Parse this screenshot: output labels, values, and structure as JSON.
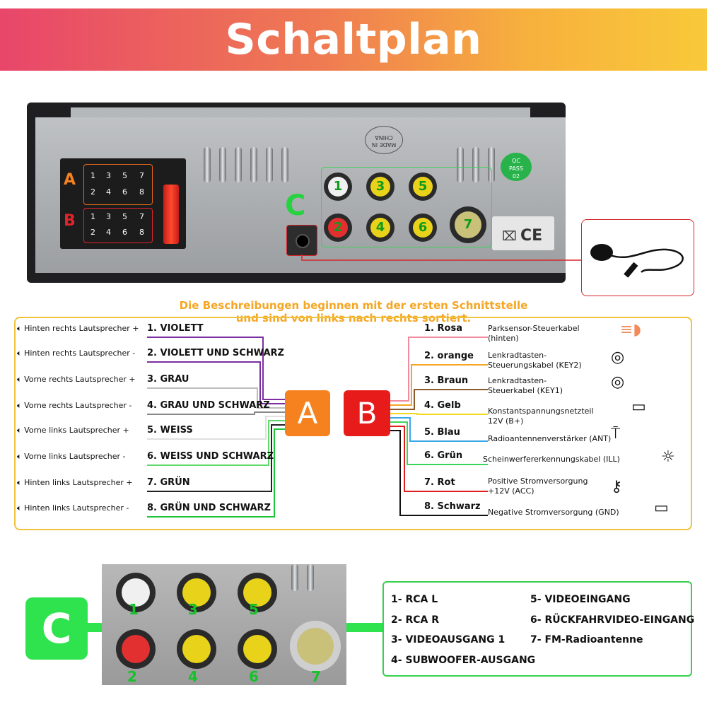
{
  "title": "Schaltplan",
  "device": {
    "connector_a_label": "A",
    "connector_b_label": "B",
    "pins_top": [
      "1",
      "3",
      "5",
      "7"
    ],
    "pins_bottom": [
      "2",
      "4",
      "6",
      "8"
    ],
    "jack_label": "C",
    "rca_numbers": [
      "1",
      "2",
      "3",
      "4",
      "5",
      "6",
      "7"
    ],
    "stamp_text": "MADE IN CHINA",
    "qc_text": [
      "QC",
      "PASS",
      "02"
    ]
  },
  "note": {
    "line1": "Die Beschreibungen beginnen mit der ersten Schnittstelle",
    "line2": "und sind von links nach rechts sortiert."
  },
  "connector_a": {
    "label": "A",
    "color": "#f5821f",
    "rows": [
      {
        "speaker": "Hinten rechts Lautsprecher +",
        "wire": "1. VIOLETT",
        "color": "#7b2fa1"
      },
      {
        "speaker": "Hinten rechts Lautsprecher -",
        "wire": "2. VIOLETT UND SCHWARZ",
        "color": "#7b2fa1"
      },
      {
        "speaker": "Vorne rechts Lautsprecher +",
        "wire": "3. GRAU",
        "color": "#bdbdbd"
      },
      {
        "speaker": "Vorne rechts Lautsprecher -",
        "wire": "4. GRAU UND SCHWARZ",
        "color": "#888888"
      },
      {
        "speaker": "Vorne links Lautsprecher +",
        "wire": "5. WEISS",
        "color": "#e0e0e0"
      },
      {
        "speaker": "Vorne links Lautsprecher -",
        "wire": "6. WEISS UND SCHWARZ",
        "color": "#5fd96b"
      },
      {
        "speaker": "Hinten links Lautsprecher +",
        "wire": "7. GRÜN",
        "color": "#222222"
      },
      {
        "speaker": "Hinten links Lautsprecher -",
        "wire": "8. GRÜN UND SCHWARZ",
        "color": "#1fc43a"
      }
    ]
  },
  "connector_b": {
    "label": "B",
    "color": "#e81b1b",
    "rows": [
      {
        "wire": "1. Rosa",
        "desc": [
          "Parksensor-Steuerkabel",
          "(hinten)"
        ],
        "icon": "parking-light-icon",
        "color": "#f28aa0"
      },
      {
        "wire": "2. orange",
        "desc": [
          "Lenkradtasten-",
          "Steuerungskabel (KEY2)"
        ],
        "icon": "steering-wheel-icon",
        "color": "#f5a623"
      },
      {
        "wire": "3. Braun",
        "desc": [
          "Lenkradtasten-",
          "Steuerkabel (KEY1)"
        ],
        "icon": "steering-wheel-icon",
        "color": "#8b5a2b"
      },
      {
        "wire": "4. Gelb",
        "desc": [
          "Konstantspannungsnetzteil",
          "12V (B+)"
        ],
        "icon": "battery-icon",
        "color": "#f2d81e"
      },
      {
        "wire": "5. Blau",
        "desc": [
          "Radioantennenverstärker (ANT)"
        ],
        "icon": "antenna-icon",
        "color": "#3aa7e8"
      },
      {
        "wire": "6. Grün",
        "desc": [
          "Scheinwerfererkennungskabel (ILL)"
        ],
        "icon": "sun-icon",
        "color": "#3ad65a"
      },
      {
        "wire": "7. Rot",
        "desc": [
          "Positive Stromversorgung",
          "+12V (ACC)"
        ],
        "icon": "car-key-icon",
        "color": "#e02020"
      },
      {
        "wire": "8. Schwarz",
        "desc": [
          "Negative Stromversorgung (GND)"
        ],
        "icon": "battery-icon",
        "color": "#111111"
      }
    ]
  },
  "connector_c": {
    "label": "C",
    "numbers": [
      "1",
      "2",
      "3",
      "4",
      "5",
      "6",
      "7"
    ],
    "legend": [
      {
        "num": "1-",
        "text": "RCA L"
      },
      {
        "num": "2-",
        "text": "RCA R"
      },
      {
        "num": "3-",
        "text": "VIDEOAUSGANG 1"
      },
      {
        "num": "4-",
        "text": "SUBWOOFER-AUSGANG"
      },
      {
        "num": "5-",
        "text": "VIDEOEINGANG"
      },
      {
        "num": "6-",
        "text": "RÜCKFAHRVIDEO-EINGANG"
      },
      {
        "num": "7-",
        "text": "FM-Radioantenne"
      }
    ]
  }
}
